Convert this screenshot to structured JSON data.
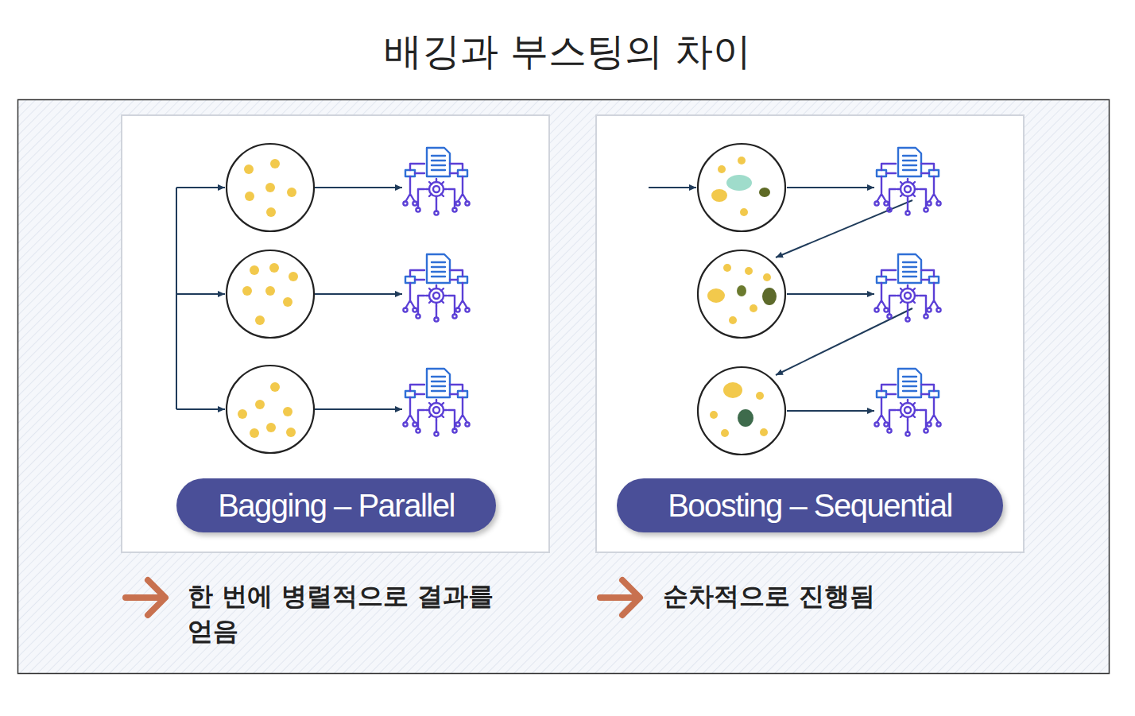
{
  "diagram": {
    "title": "배깅과 부스팅의 차이",
    "nodes": [
      {
        "text": [
          "Bagging – Parallel"
        ]
      },
      {
        "text": [
          "Boosting – Sequential"
        ]
      }
    ],
    "labels": [
      "한 번에 병렬적으로 결과를 얻음",
      "순차적으로 진행됨"
    ]
  }
}
